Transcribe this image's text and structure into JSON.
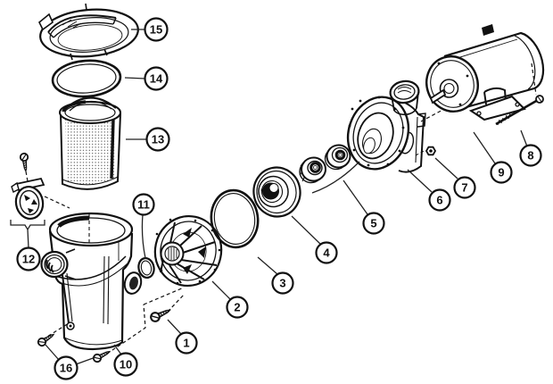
{
  "figure": {
    "type": "exploded-parts-diagram",
    "background_color": "#ffffff",
    "line_color": "#111111",
    "callout_count": "16"
  },
  "callouts": [
    {
      "label": "1"
    },
    {
      "label": "2"
    },
    {
      "label": "3"
    },
    {
      "label": "4"
    },
    {
      "label": "5"
    },
    {
      "label": "6"
    },
    {
      "label": "7"
    },
    {
      "label": "8"
    },
    {
      "label": "9"
    },
    {
      "label": "10"
    },
    {
      "label": "11"
    },
    {
      "label": "12"
    },
    {
      "label": "13"
    },
    {
      "label": "14"
    },
    {
      "label": "15"
    },
    {
      "label": "16"
    }
  ]
}
